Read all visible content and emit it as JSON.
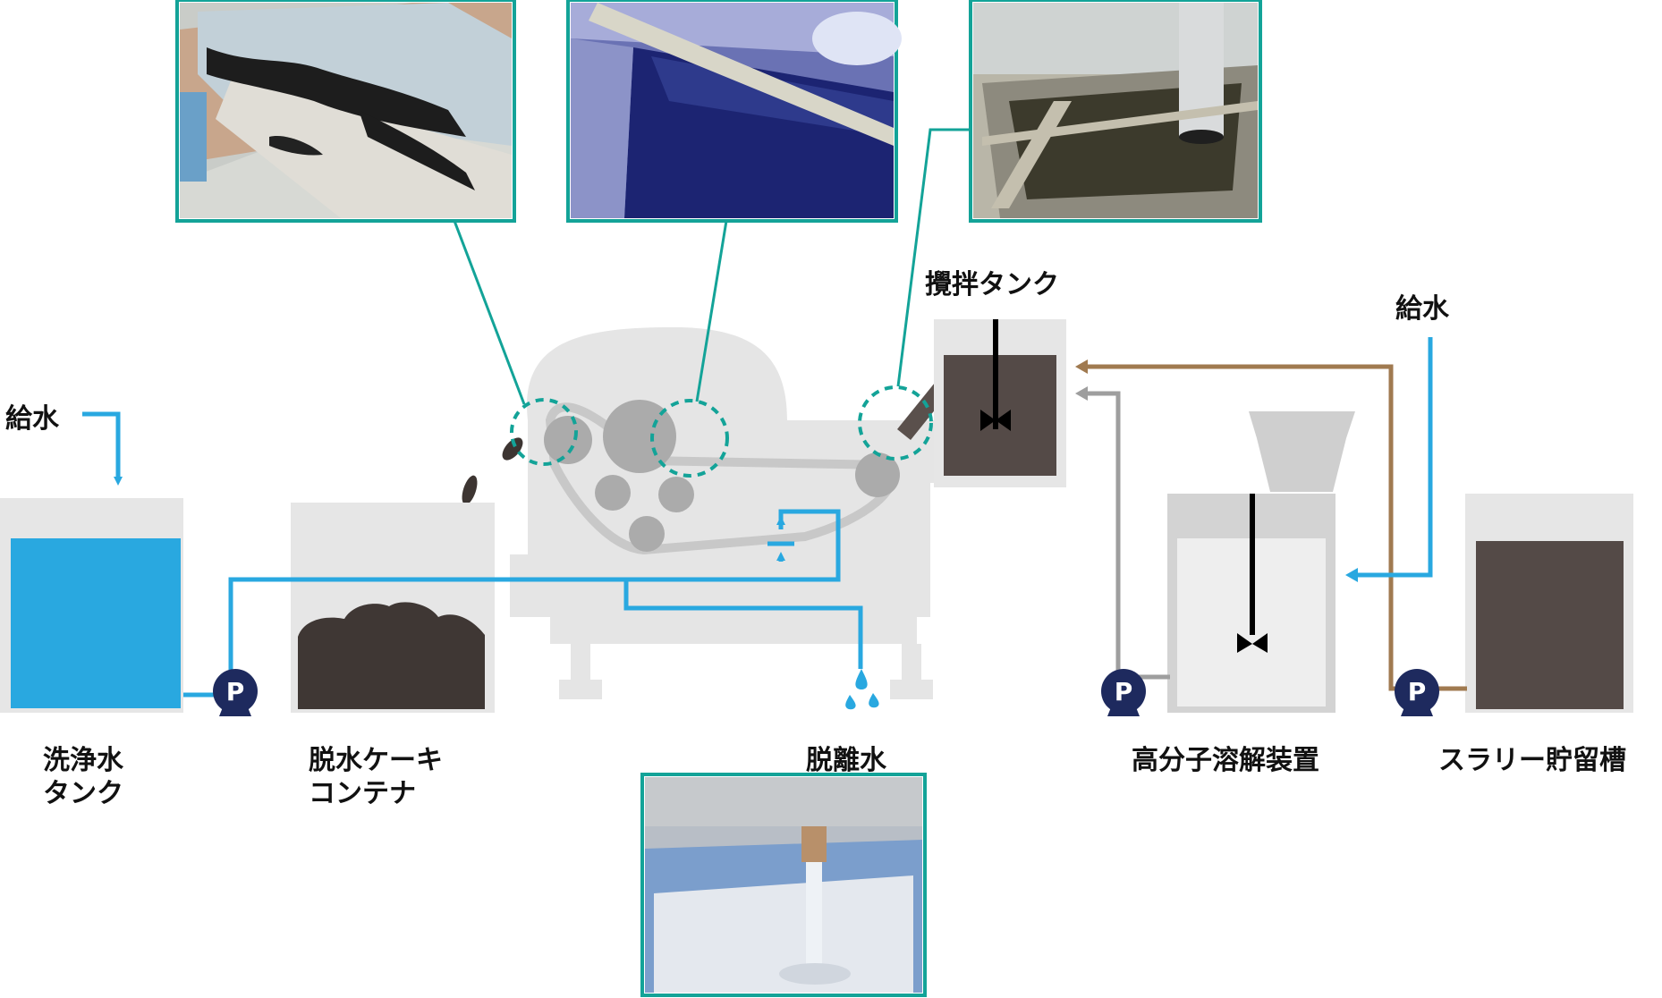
{
  "labels": {
    "wash_tank": [
      "洗浄水",
      "タンク"
    ],
    "cake_container": [
      "脱水ケーキ",
      "コンテナ"
    ],
    "filtrate": "脱離水",
    "mixing_tank": "攪拌タンク",
    "polymer_unit": "高分子溶解装置",
    "slurry_tank": "スラリー貯留槽",
    "water_supply_left": "給水",
    "water_supply_right": "給水",
    "pump": "P"
  },
  "photos": [
    {
      "name": "roller-cake-photo",
      "depicts": "dewatered cake on rollers"
    },
    {
      "name": "filter-belt-photo",
      "depicts": "blue filter belt with sludge"
    },
    {
      "name": "mixing-tank-photo",
      "depicts": "mixing tank interior"
    },
    {
      "name": "filtrate-photo",
      "depicts": "filtrate water pouring into basin"
    }
  ],
  "colors": {
    "water_line": "#29a8e0",
    "slurry_line": "#a07a50",
    "polymer_line": "#9e9e9e",
    "callout": "#13a398",
    "pump": "#1e2a5e",
    "sludge": "#4a403c",
    "machine": "#e4e4e4",
    "tank_bg": "#e6e6e6"
  }
}
